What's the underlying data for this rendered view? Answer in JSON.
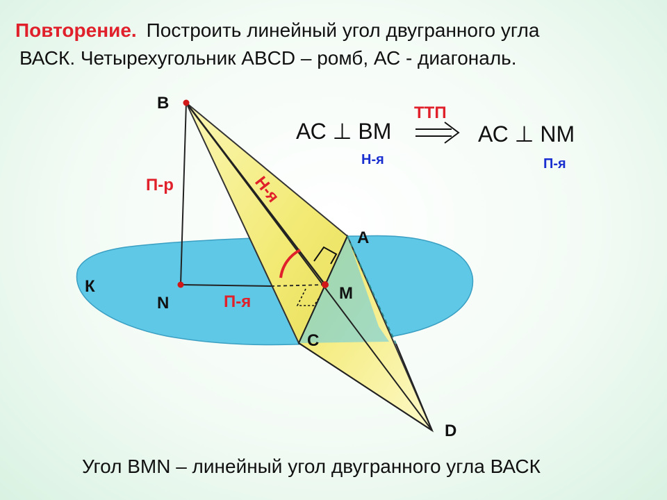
{
  "header": {
    "repeat_label": "Повторение.",
    "task_line1": "Построить линейный угол двугранного угла",
    "task_line2": "ВАСК.  Четырехугольник ABCD – ромб, АС - диагональ."
  },
  "points": {
    "B": "B",
    "A": "A",
    "M": "M",
    "N": "N",
    "C": "C",
    "D": "D",
    "K": "К"
  },
  "labels": {
    "perpendicular": "П-р",
    "inclined": "Н-я",
    "projection": "П-я",
    "theorem": "ТТП"
  },
  "formula": {
    "left": "АС ⊥ ВМ",
    "left_note": "Н-я",
    "right": "АС ⊥ NM",
    "right_note": "П-я"
  },
  "footer": "Угол BMN – линейный угол двугранного угла ВАСК",
  "colors": {
    "accent_red": "#e0202a",
    "accent_blue": "#1a2fd0",
    "plane_fill": "#5fc8e6",
    "rhombus_fill": "#f4ee7a"
  }
}
